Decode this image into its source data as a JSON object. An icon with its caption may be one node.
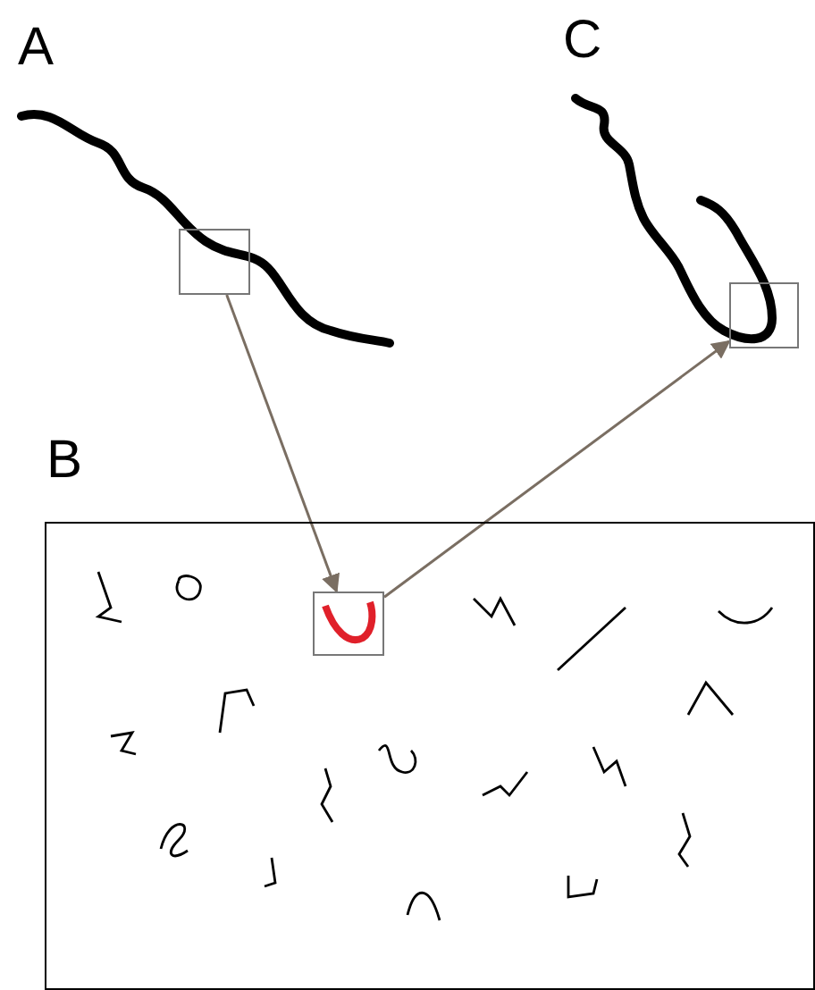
{
  "diagram": {
    "nodes": [
      {
        "text": [],
        "shape": "box"
      },
      {
        "text": [],
        "shape": "box"
      },
      {
        "text": [
          "B"
        ]
      },
      {
        "text": [],
        "shape": "box",
        "in": 2
      }
    ],
    "edges": [
      {
        "from": 0,
        "to": 3,
        "arrow": "to"
      },
      {
        "from": 3,
        "to": 1,
        "arrow": "to"
      }
    ],
    "labels": [
      "A",
      "C"
    ]
  }
}
